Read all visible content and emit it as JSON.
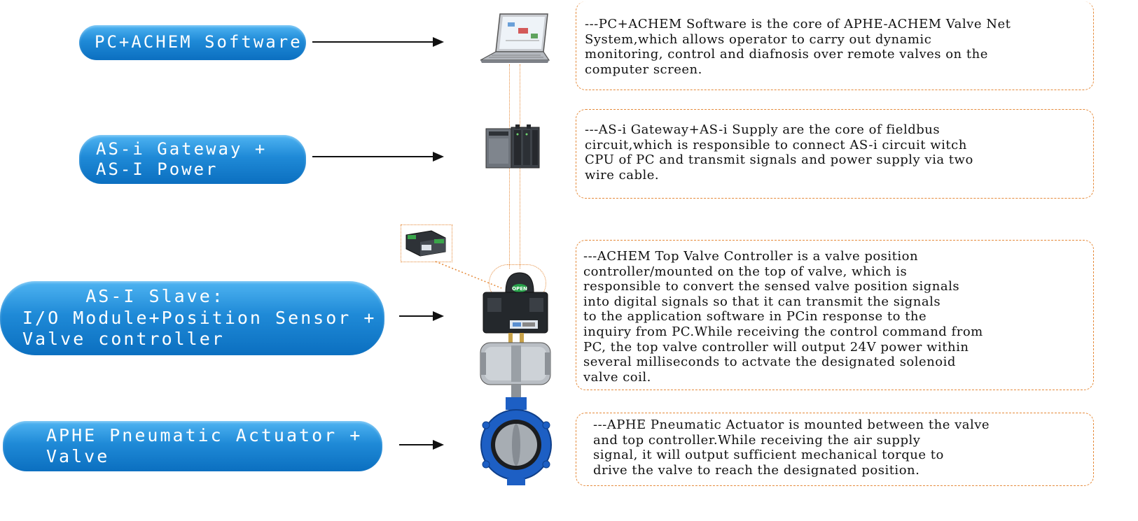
{
  "labels": {
    "pc": "PC+ACHEM Software",
    "gateway": [
      "AS-i Gateway +",
      "AS-I Power"
    ],
    "slave": [
      "     AS-I Slave:",
      "I/O Module+Position Sensor +",
      "Valve controller"
    ],
    "actuator": [
      "APHE Pneumatic Actuator +",
      "Valve"
    ]
  },
  "descriptions": {
    "pc": [
      "---PC+ACHEM Software is the core of APHE-ACHEM Valve Net",
      "System,which allows operator to carry out dynamic",
      "monitoring, control and diafnosis over remote valves on the",
      "computer screen."
    ],
    "gateway": [
      "---AS-i Gateway+AS-i Supply are the core of fieldbus",
      "circuit,which is responsible to connect AS-i circuit witch",
      "CPU of PC and transmit signals and power supply via two",
      "wire cable."
    ],
    "slave": [
      "---ACHEM Top Valve Controller is a valve position",
      "controller/mounted on the top of valve, which is",
      "responsible to convert the sensed valve position signals",
      "into digital signals so that it can transmit the signals",
      "to the application software in PCin response to the",
      "inquiry from PC.While receiving the control command from",
      "PC, the top valve controller will output 24V power within",
      "several milliseconds to actvate the designated solenoid",
      "valve coil."
    ],
    "actuator": [
      "---APHE Pneumatic Actuator is mounted between the valve",
      "and top controller.While receiving the air supply",
      "signal, it will output sufficient mechanical torque to",
      "drive the valve to reach the designated position."
    ]
  },
  "device_text": {
    "open_indicator": "OPEN"
  },
  "colors": {
    "pill_blue": "#1f8ad7",
    "dash_orange": "#e58a3a",
    "valve_blue": "#1d5fc4"
  },
  "icons": [
    "laptop-icon",
    "plc-gateway-icon",
    "io-module-icon",
    "valve-controller-icon",
    "pneumatic-actuator-icon",
    "butterfly-valve-icon"
  ]
}
